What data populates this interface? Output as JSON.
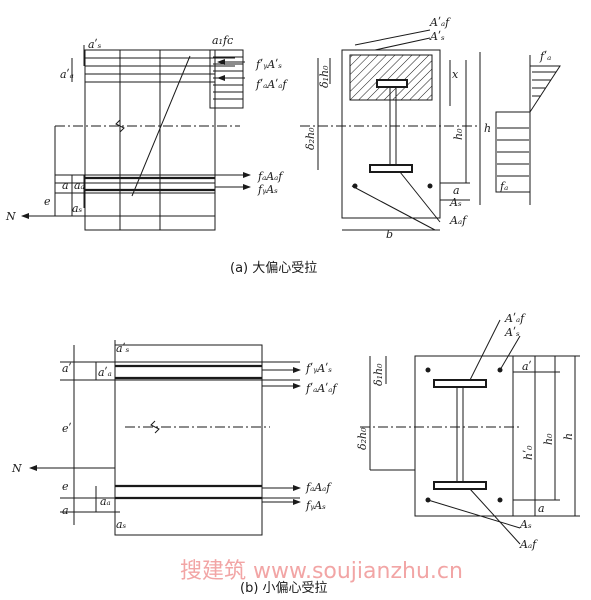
{
  "captions": {
    "a": "(a) 大偏心受拉",
    "b": "(b) 小偏心受拉"
  },
  "watermark": "搜建筑 www.soujianzhu.cn",
  "labels": {
    "a1fc": "a₁fᴄ",
    "fyAs_p": "fʹᵧAʹₛ",
    "faAaf_p": "fʹₐAʹₐf",
    "faAaf": "fₐAₐf",
    "fyAs": "fᵧAₛ",
    "N": "N",
    "e": "e",
    "e_p": "eʹ",
    "a": "a",
    "a_p": "aʹ",
    "as": "aₛ",
    "as_p": "aʹₛ",
    "aa": "aₐ",
    "aa_p": "aʹₐ",
    "Aaf_p": "Aʹₐf",
    "As_p": "Aʹₛ",
    "As": "Aₛ",
    "Aaf": "Aₐf",
    "x": "x",
    "h0": "h₀",
    "h": "h",
    "h0_p": "hʹ₀",
    "b": "b",
    "d1h0": "δ₁h₀",
    "d2h0": "δ₂h₀",
    "fa_p": "fʹₐ",
    "fa": "fₐ"
  }
}
